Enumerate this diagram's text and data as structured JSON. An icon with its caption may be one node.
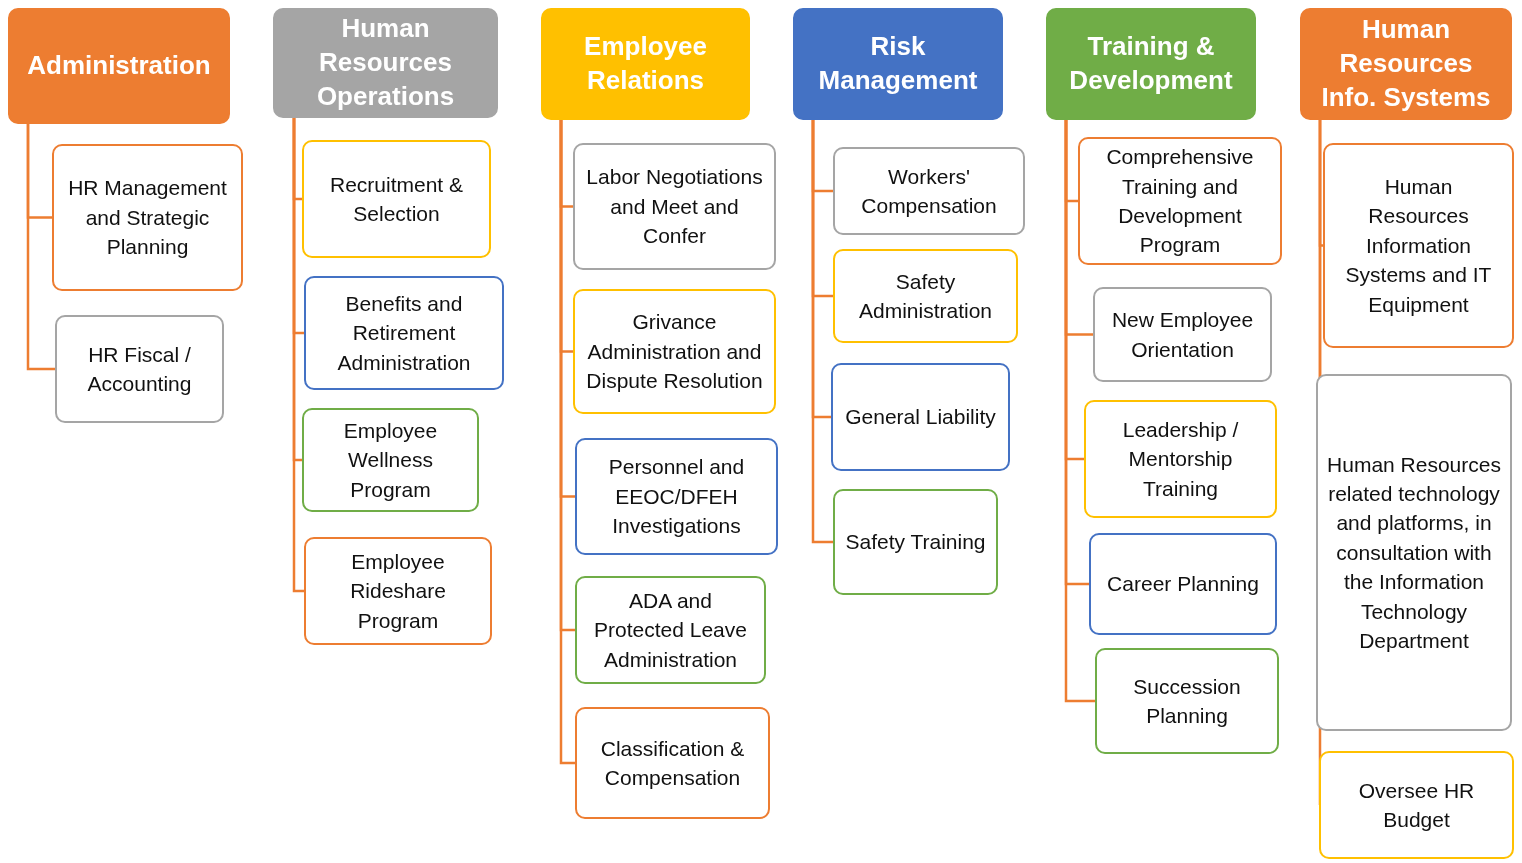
{
  "diagram": {
    "nodes": [
      {
        "text": [
          "Administration"
        ]
      },
      {
        "text": [
          "HR Management and Strategic Planning"
        ]
      },
      {
        "text": [
          "HR Fiscal / Accounting"
        ]
      },
      {
        "text": [
          "Human Resources Operations"
        ]
      },
      {
        "text": [
          "Recruitment & Selection"
        ]
      },
      {
        "text": [
          "Benefits and Retirement Administration"
        ]
      },
      {
        "text": [
          "Employee Wellness Program"
        ]
      },
      {
        "text": [
          "Employee Rideshare Program"
        ]
      },
      {
        "text": [
          "Employee Relations"
        ]
      },
      {
        "text": [
          "Labor Negotiations and Meet and Confer"
        ]
      },
      {
        "text": [
          "Grivance Administration and Dispute Resolution"
        ]
      },
      {
        "text": [
          "Personnel and EEOC/DFEH Investigations"
        ]
      },
      {
        "text": [
          "ADA and Protected Leave Administration"
        ]
      },
      {
        "text": [
          "Classification & Compensation"
        ]
      },
      {
        "text": [
          "Risk Management"
        ]
      },
      {
        "text": [
          "Workers' Compensation"
        ]
      },
      {
        "text": [
          "Safety Administration"
        ]
      },
      {
        "text": [
          "General Liability"
        ]
      },
      {
        "text": [
          "Safety Training"
        ]
      },
      {
        "text": [
          "Training & Development"
        ]
      },
      {
        "text": [
          "Comprehensive Training and Development Program"
        ]
      },
      {
        "text": [
          "New Employee Orientation"
        ]
      },
      {
        "text": [
          "Leadership / Mentorship Training"
        ]
      },
      {
        "text": [
          "Career Planning"
        ]
      },
      {
        "text": [
          "Succession Planning"
        ]
      },
      {
        "text": [
          "Human Resources Info. Systems"
        ]
      },
      {
        "text": [
          "Human Resources Information Systems and IT Equipment"
        ]
      },
      {
        "text": [
          "Human Resources related technology and platforms, in consultation with the Information Technology Department"
        ]
      },
      {
        "text": [
          "Oversee HR Budget"
        ]
      }
    ],
    "edges": [
      {
        "from": 0,
        "to": 1,
        "arrow": "none"
      },
      {
        "from": 0,
        "to": 2,
        "arrow": "none"
      },
      {
        "from": 3,
        "to": 4,
        "arrow": "none"
      },
      {
        "from": 3,
        "to": 5,
        "arrow": "none"
      },
      {
        "from": 3,
        "to": 6,
        "arrow": "none"
      },
      {
        "from": 3,
        "to": 7,
        "arrow": "none"
      },
      {
        "from": 8,
        "to": 9,
        "arrow": "none"
      },
      {
        "from": 8,
        "to": 10,
        "arrow": "none"
      },
      {
        "from": 8,
        "to": 11,
        "arrow": "none"
      },
      {
        "from": 8,
        "to": 12,
        "arrow": "none"
      },
      {
        "from": 8,
        "to": 13,
        "arrow": "none"
      },
      {
        "from": 14,
        "to": 15,
        "arrow": "none"
      },
      {
        "from": 14,
        "to": 16,
        "arrow": "none"
      },
      {
        "from": 14,
        "to": 17,
        "arrow": "none"
      },
      {
        "from": 14,
        "to": 18,
        "arrow": "none"
      },
      {
        "from": 19,
        "to": 20,
        "arrow": "none"
      },
      {
        "from": 19,
        "to": 21,
        "arrow": "none"
      },
      {
        "from": 19,
        "to": 22,
        "arrow": "none"
      },
      {
        "from": 19,
        "to": 23,
        "arrow": "none"
      },
      {
        "from": 19,
        "to": 24,
        "arrow": "none"
      },
      {
        "from": 25,
        "to": 26,
        "arrow": "none"
      },
      {
        "from": 25,
        "to": 27,
        "arrow": "none"
      },
      {
        "from": 25,
        "to": 28,
        "arrow": "none"
      }
    ]
  }
}
